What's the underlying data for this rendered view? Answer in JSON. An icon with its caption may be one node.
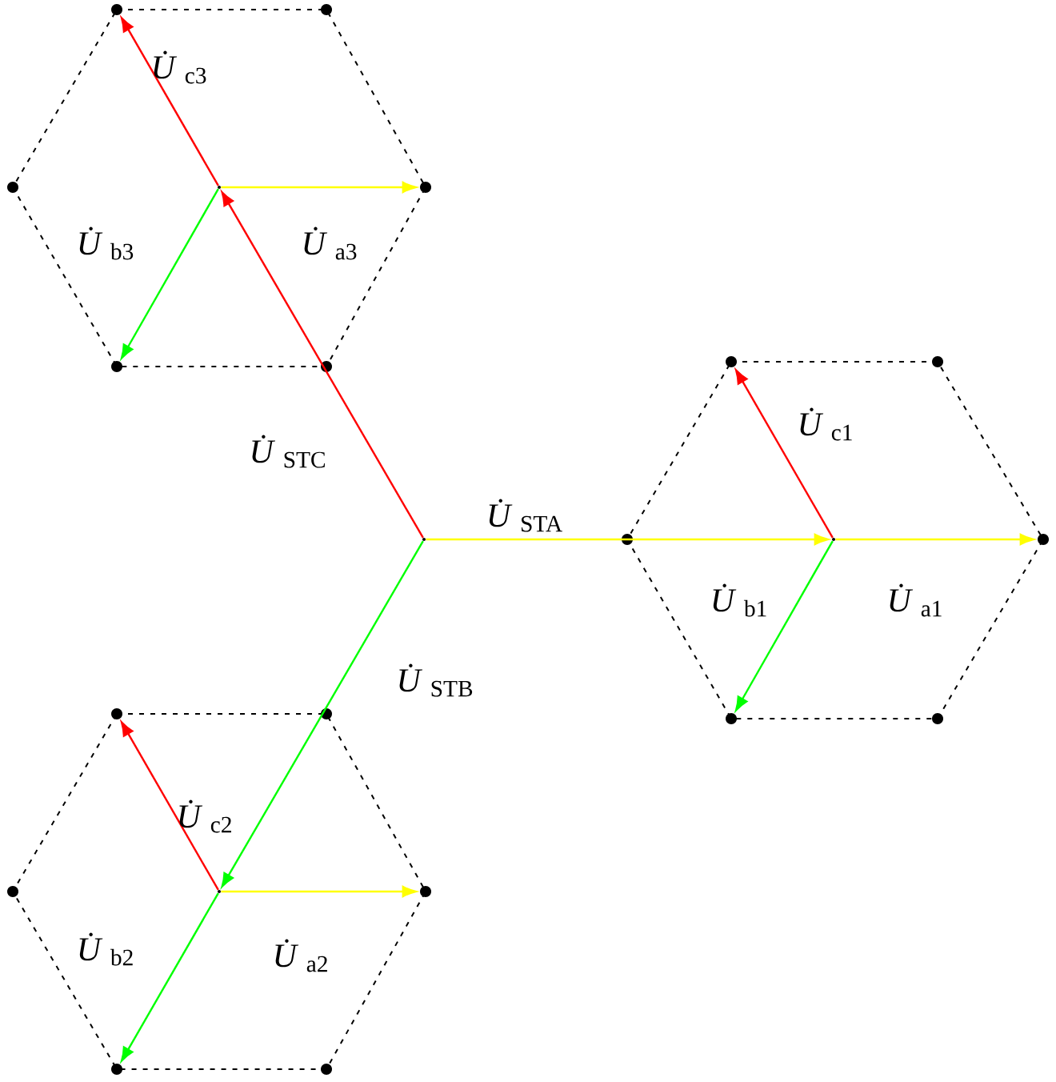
{
  "diagram": {
    "nodes": [
      {
        "text": [],
        "shape": "dot"
      },
      {
        "text": [],
        "shape": "dot"
      },
      {
        "text": [],
        "shape": "dot"
      },
      {
        "text": [],
        "shape": "point"
      },
      {
        "text": [],
        "shape": "dot"
      },
      {
        "text": [],
        "shape": "dot"
      },
      {
        "text": [],
        "shape": "dot"
      },
      {
        "text": [],
        "shape": "dot"
      },
      {
        "text": [],
        "shape": "dot"
      },
      {
        "text": [],
        "shape": "point"
      },
      {
        "text": [],
        "shape": "dot"
      },
      {
        "text": [],
        "shape": "point"
      },
      {
        "text": [],
        "shape": "dot"
      },
      {
        "text": [],
        "shape": "dot"
      },
      {
        "text": [],
        "shape": "dot"
      },
      {
        "text": [],
        "shape": "dot"
      },
      {
        "text": [],
        "shape": "dot"
      },
      {
        "text": [],
        "shape": "dot"
      },
      {
        "text": [],
        "shape": "point"
      },
      {
        "text": [],
        "shape": "dot"
      },
      {
        "text": [],
        "shape": "dot"
      },
      {
        "text": [],
        "shape": "dot"
      }
    ],
    "edges": [
      {
        "from": 9,
        "to": 11,
        "arrow": "to",
        "color": "#ffff00",
        "label": "*U̇*$_{STA}$"
      },
      {
        "from": 9,
        "to": 18,
        "arrow": "to",
        "color": "#00ff00",
        "label": "*U̇*$_{STB}$"
      },
      {
        "from": 9,
        "to": 3,
        "arrow": "to",
        "color": "#ff0000",
        "label": "*U̇*$_{STC}$"
      },
      {
        "from": 11,
        "to": 12,
        "arrow": "to",
        "color": "#ffff00",
        "label": "*U̇*$_{a1}$"
      },
      {
        "from": 11,
        "to": 13,
        "arrow": "to",
        "color": "#00ff00",
        "label": "*U̇*$_{b1}$"
      },
      {
        "from": 11,
        "to": 7,
        "arrow": "to",
        "color": "#ff0000",
        "label": "*U̇*$_{c1}$"
      },
      {
        "from": 18,
        "to": 19,
        "arrow": "to",
        "color": "#ffff00",
        "label": "*U̇*$_{a2}$"
      },
      {
        "from": 18,
        "to": 20,
        "arrow": "to",
        "color": "#00ff00",
        "label": "*U̇*$_{b2}$"
      },
      {
        "from": 18,
        "to": 15,
        "arrow": "to",
        "color": "#ff0000",
        "label": "*U̇*$_{c2}$"
      },
      {
        "from": 3,
        "to": 4,
        "arrow": "to",
        "color": "#ffff00",
        "label": "*U̇*$_{a3}$"
      },
      {
        "from": 3,
        "to": 5,
        "arrow": "to",
        "color": "#00ff00",
        "label": "*U̇*$_{b3}$"
      },
      {
        "from": 3,
        "to": 0,
        "arrow": "to",
        "color": "#ff0000",
        "label": "*U̇*$_{c3}$"
      }
    ]
  }
}
